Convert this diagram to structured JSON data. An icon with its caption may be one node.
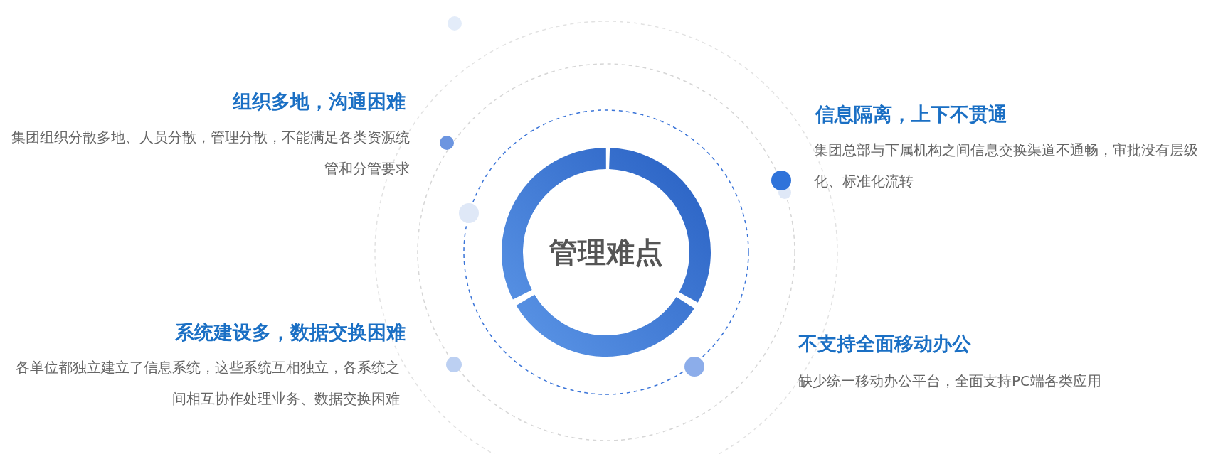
{
  "diagram": {
    "nodes": [
      {
        "text": [
          "管理难点"
        ]
      }
    ],
    "labels": [
      "组织多地，沟通困难",
      "集团组织分散多地、人员分散，管理分散，不能满足各类资源统管和分管要求",
      "信息隔离，上下不贯通",
      "集团总部与下属机构之间信息交换渠道不通畅，审批没有层级化、标准化流转",
      "系统建设多，数据交换困难",
      "各单位都独立建立了信息系统，这些系统互相独立，各系统之间相互协作处理业务、数据交换困难",
      "不支持全面移动办公",
      "缺少统一移动办公平台，全面支持PC端各类应用"
    ]
  }
}
